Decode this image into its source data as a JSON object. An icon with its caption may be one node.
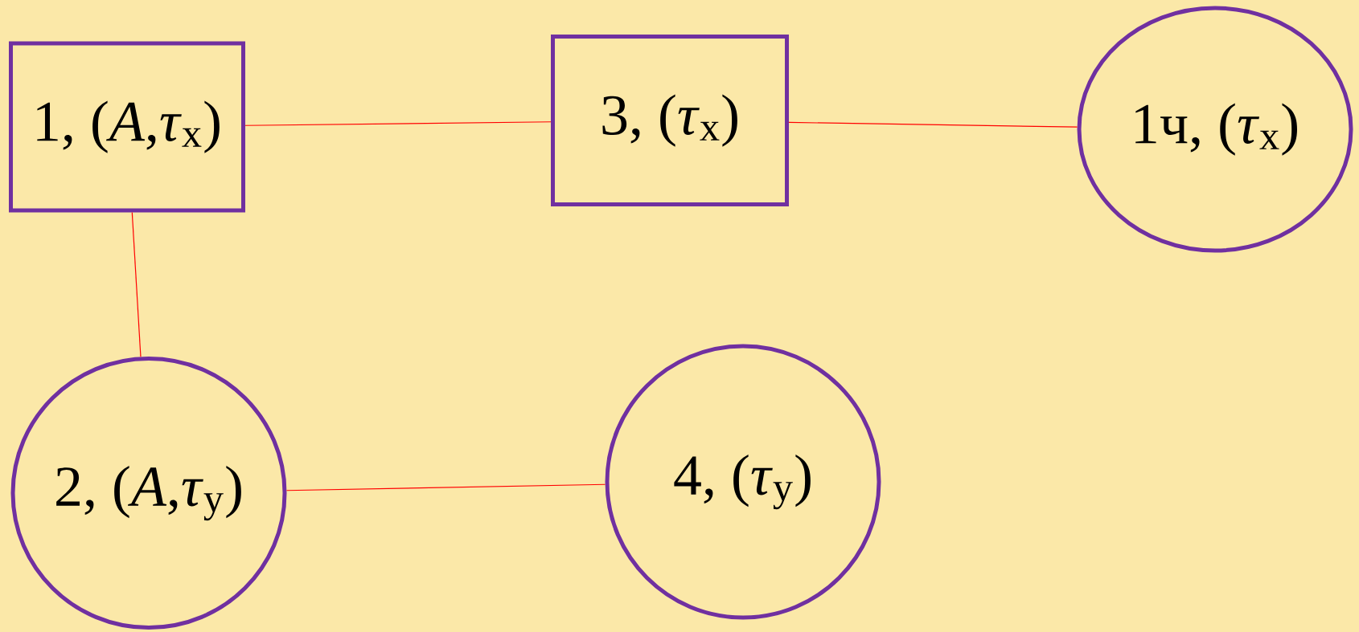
{
  "diagram": {
    "nodes": [
      {
        "text": [
          "1, (*A*,*τ*$_{x}$)"
        ]
      },
      {
        "text": [
          "3, (*τ*$_{x}$)"
        ]
      },
      {
        "text": [
          "1ч, (*τ*$_{x}$)"
        ]
      },
      {
        "text": [
          "2, (*A*,*τ*$_{y}$)"
        ]
      },
      {
        "text": [
          "4, (*τ*$_{y}$)"
        ]
      }
    ],
    "edges": [
      {
        "from": 0,
        "to": 1,
        "arrow": "none"
      },
      {
        "from": 1,
        "to": 2,
        "arrow": "none"
      },
      {
        "from": 0,
        "to": 3,
        "arrow": "none"
      },
      {
        "from": 3,
        "to": 4,
        "arrow": "none"
      }
    ]
  }
}
